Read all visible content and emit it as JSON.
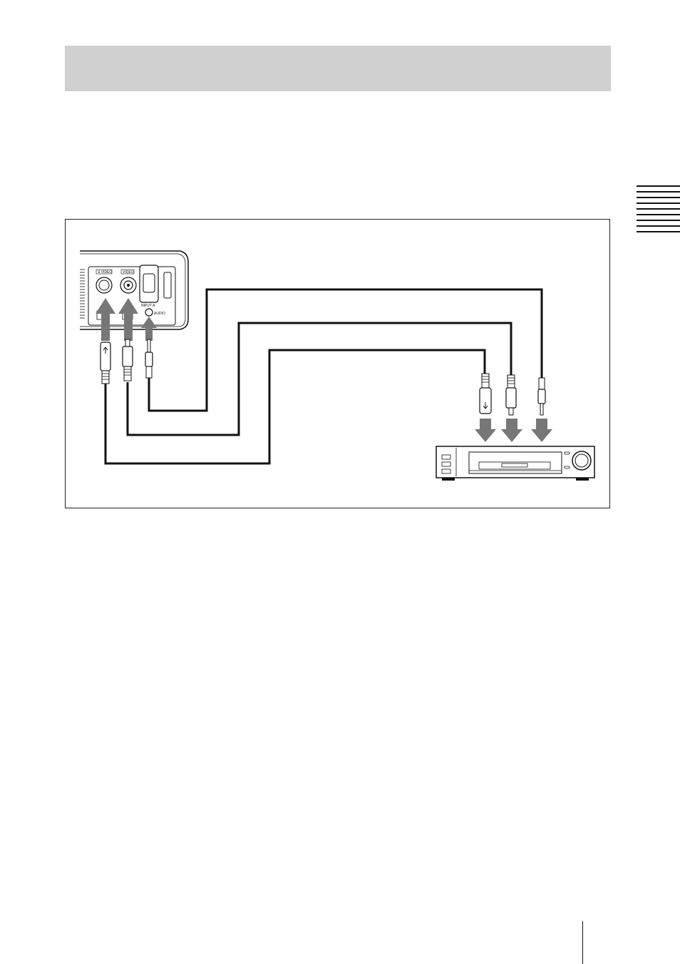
{
  "diagram": {
    "projector_labels": {
      "s_video": "S VIDEO",
      "video": "VIDEO",
      "input_a": "INPUT A",
      "audio": "AUDIO"
    }
  },
  "icons": [
    "projector-rear-panel",
    "s-video-plug",
    "rca-video-plug",
    "stereo-mini-plug",
    "vcr-device",
    "connection-arrow"
  ]
}
